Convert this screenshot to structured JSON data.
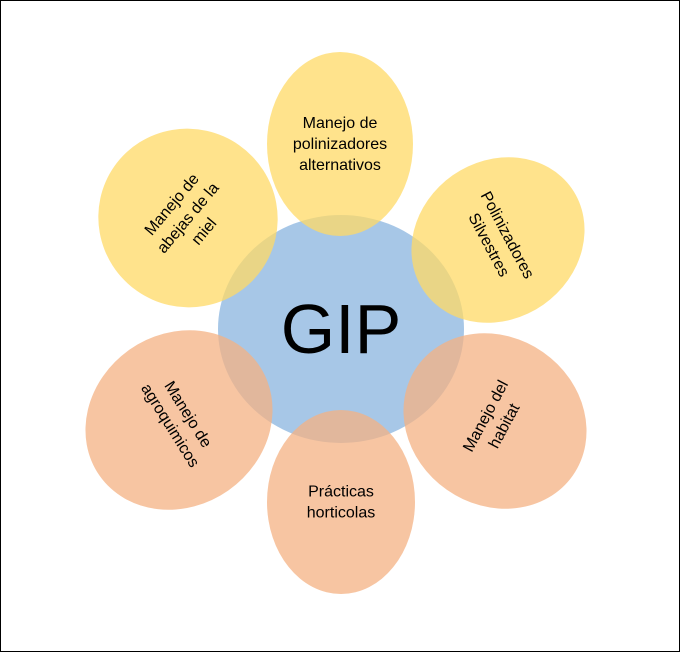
{
  "center": {
    "label": "GIP",
    "color": "#a7c7e7"
  },
  "colors": {
    "yellow": "#ffd966",
    "orange": "#f4b183"
  },
  "petals": [
    {
      "id": "alternativos",
      "lines": [
        "Manejo de",
        "polinizadores",
        "alternativos"
      ],
      "color": "yellow"
    },
    {
      "id": "silvestres",
      "lines": [
        "Polinizadores",
        "Silvestres"
      ],
      "color": "yellow"
    },
    {
      "id": "habitat",
      "lines": [
        "Manejo del",
        "habitat"
      ],
      "color": "orange"
    },
    {
      "id": "horticolas",
      "lines": [
        "Prácticas",
        "horticolas"
      ],
      "color": "orange"
    },
    {
      "id": "agroquimicos",
      "lines": [
        "Manejo de",
        "agroquimicos"
      ],
      "color": "orange"
    },
    {
      "id": "abejas",
      "lines": [
        "Manejo de",
        "abejas de la",
        "miel"
      ],
      "color": "yellow"
    }
  ]
}
